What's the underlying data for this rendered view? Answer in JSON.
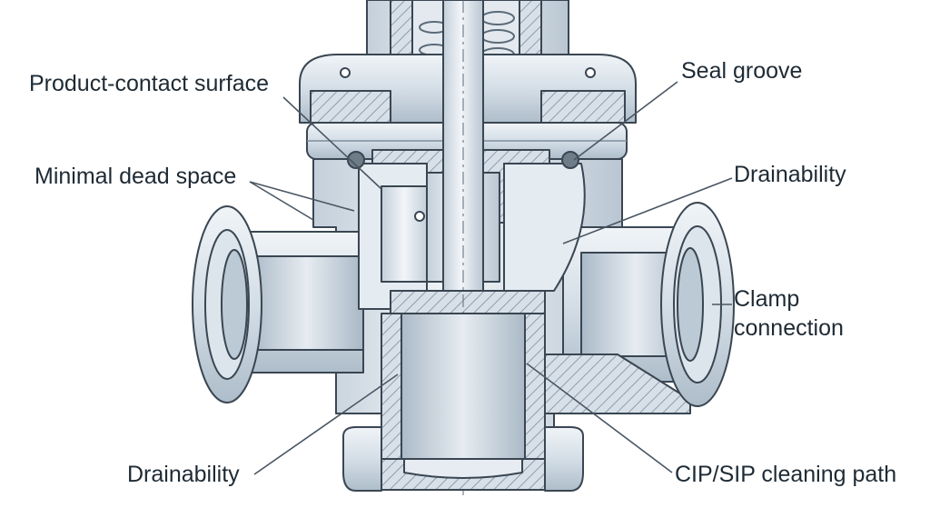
{
  "callouts": {
    "product_contact_surface": "Product-contact surface",
    "minimal_dead_space": "Minimal dead space",
    "seal_groove": "Seal groove",
    "drainability_right": "Drainability",
    "clamp_connection_line1": "Clamp",
    "clamp_connection_line2": "connection",
    "drainability_left": "Drainability",
    "cip_sip_cleaning_path": "CIP/SIP cleaning path"
  },
  "colors": {
    "metal_light": "#e9eef3",
    "metal_mid": "#cdd8e2",
    "metal_dark": "#9fb0c0",
    "outline": "#3a4652",
    "seal": "#6e7c88",
    "text": "#1e2a34"
  }
}
